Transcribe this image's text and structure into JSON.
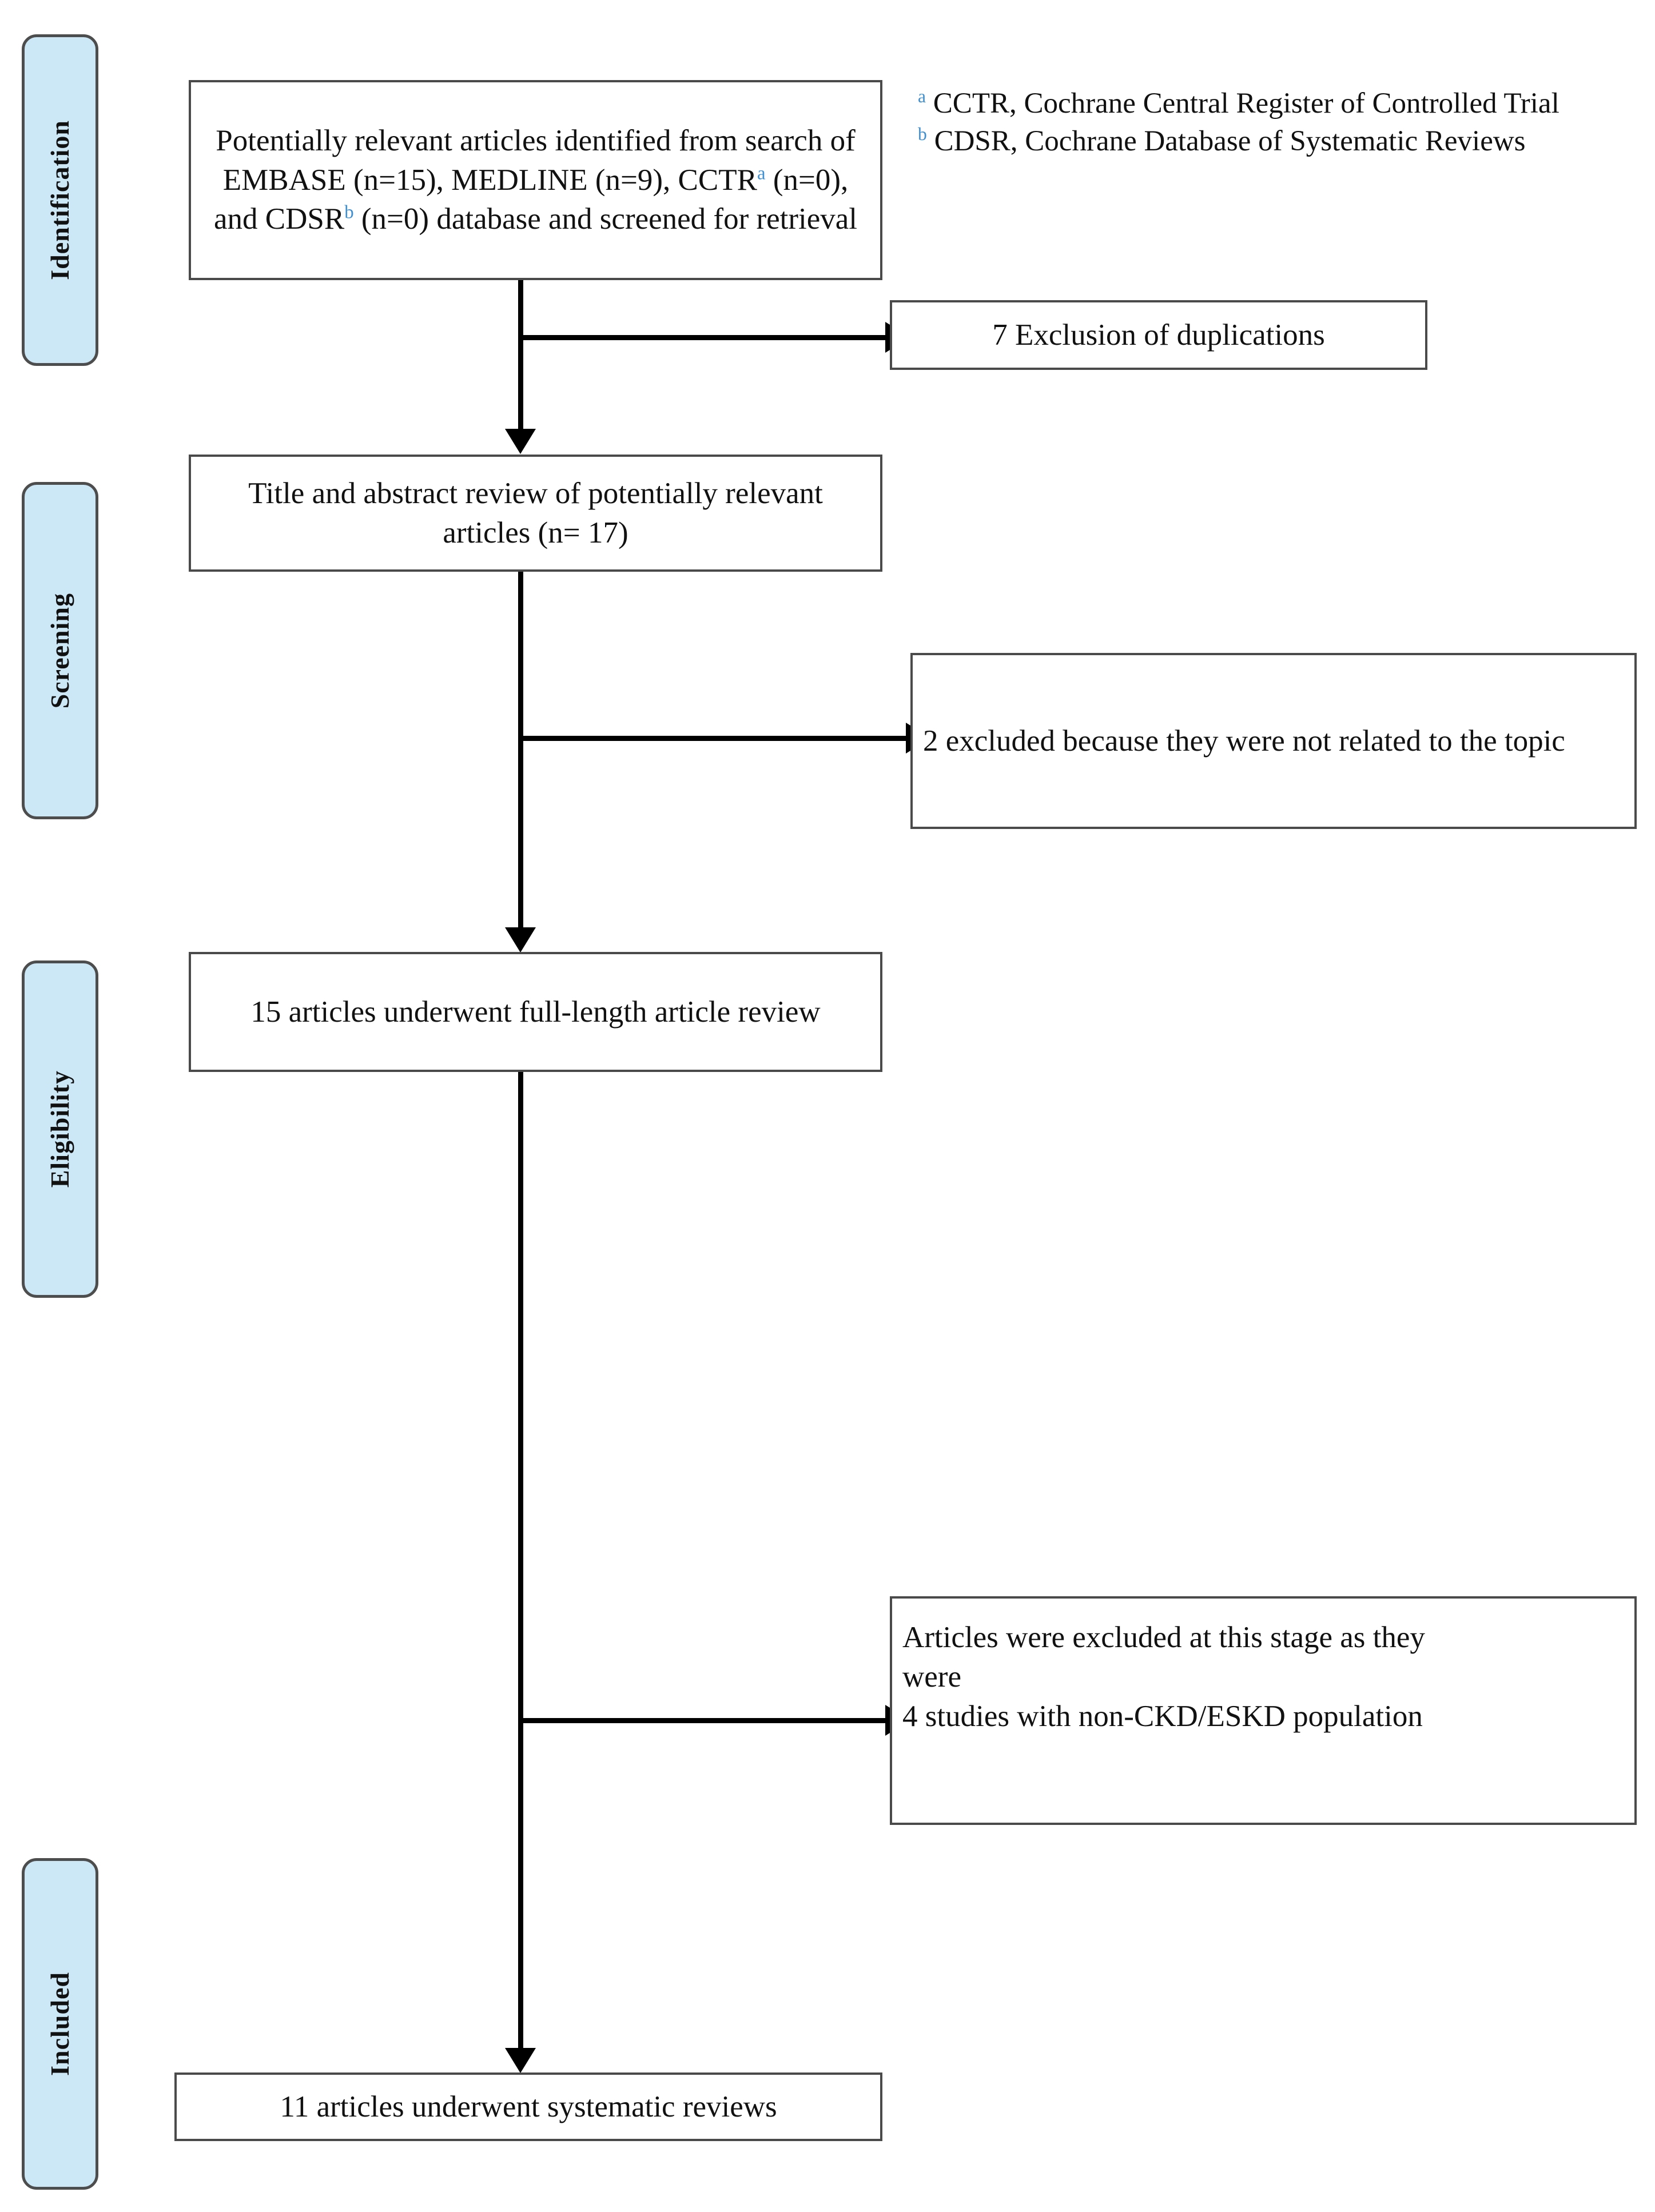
{
  "diagram": {
    "type": "PRISMA flow diagram",
    "stages": [
      {
        "id": "identification",
        "label": "Identification"
      },
      {
        "id": "screening",
        "label": "Screening"
      },
      {
        "id": "eligibility",
        "label": "Eligibility"
      },
      {
        "id": "included",
        "label": "Included"
      }
    ],
    "boxes": {
      "identified": {
        "text_pre": "Potentially relevant articles identified from search of EMBASE (n=15), MEDLINE (n=9), CCTR",
        "ref_a": "a",
        "text_mid": " (n=0), and CDSR",
        "ref_b": "b",
        "text_post": " (n=0) database and screened for retrieval"
      },
      "duplicates_excluded": {
        "text": "7 Exclusion of duplications",
        "count": 7
      },
      "title_abstract_review": {
        "text": "Title and abstract review of potentially relevant articles (n= 17)",
        "count": 17
      },
      "not_related_excluded": {
        "text": "2 excluded because they were not related to the topic",
        "count": 2
      },
      "full_length_review": {
        "text": "15 articles underwent full-length article review",
        "count": 15
      },
      "stage_excluded": {
        "line1": "Articles were excluded at this stage as they",
        "line2": "were",
        "line3": "4 studies with non-CKD/ESKD population",
        "count": 4
      },
      "systematic_reviews": {
        "text": "11 articles underwent systematic reviews",
        "count": 11
      }
    },
    "footnotes": [
      {
        "marker": "a",
        "text": "CCTR, Cochrane Central Register of Controlled Trial"
      },
      {
        "marker": "b",
        "text": "CDSR, Cochrane Database of Systematic Reviews"
      }
    ],
    "counts": {
      "embase": 15,
      "medline": 9,
      "cctr": 0,
      "cdsr": 0,
      "duplicates_removed": 7,
      "title_abstract_screened": 17,
      "excluded_not_related": 2,
      "full_text_assessed": 15,
      "excluded_non_ckd_eskd": 4,
      "included_in_review": 11
    },
    "colors": {
      "stage_pill_fill": "#cce8f7",
      "stage_pill_border": "#4d4d4d",
      "box_border": "#4a4a4a",
      "connector": "#000000",
      "footnote_marker": "#3f8fd1",
      "text": "#111111",
      "background": "#ffffff"
    }
  }
}
